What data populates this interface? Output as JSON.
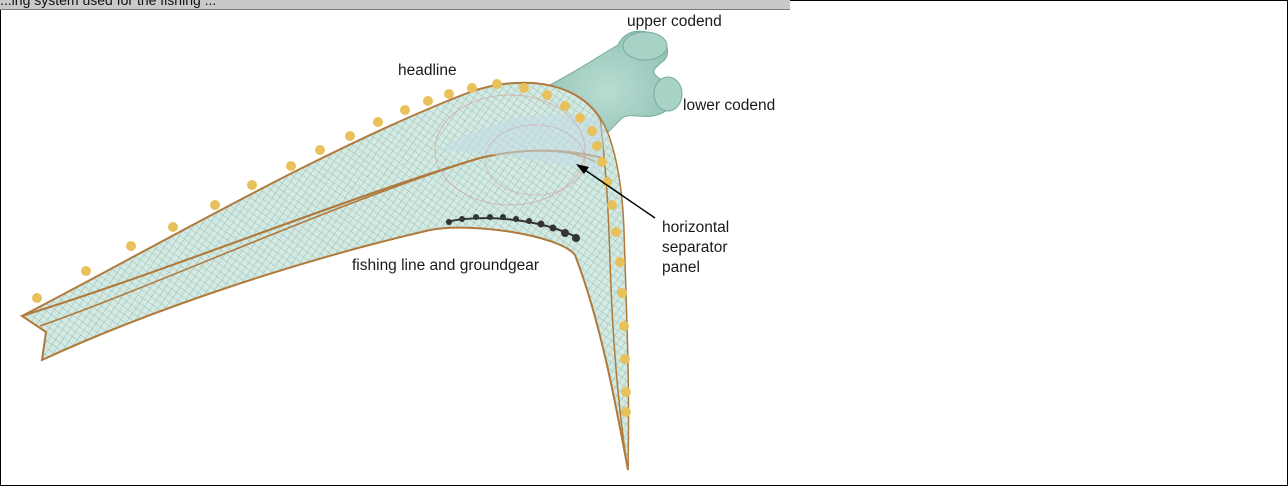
{
  "caption_strip": "...ing system used for the fishing ...",
  "labels": {
    "upper_codend": "upper codend",
    "headline": "headline",
    "lower_codend": "lower codend",
    "horizontal_separator_panel": [
      "horizontal",
      "separator",
      "panel"
    ],
    "fishing_line": "fishing line and groundgear"
  },
  "colors": {
    "net_fill": "#cfe6df",
    "net_mesh": "#7fb3a8",
    "rope": "#b07a3c",
    "float": "#e9c15a",
    "groundgear": "#333333",
    "codend": "#9fc9bd"
  }
}
